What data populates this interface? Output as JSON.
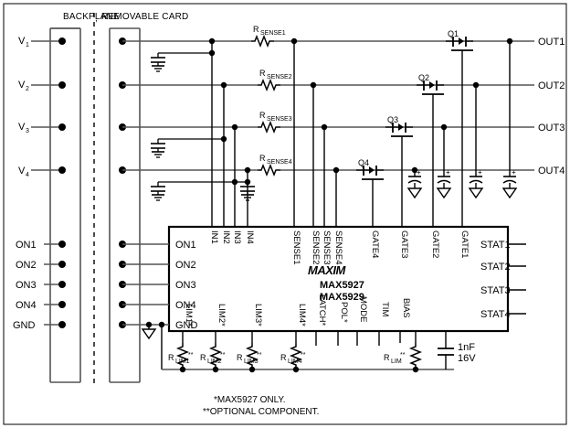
{
  "figure": {
    "type": "schematic",
    "title": "",
    "part_numbers": [
      "MAX5927",
      "MAX5929"
    ],
    "brand": "MAXIM"
  },
  "headers": {
    "backplane": "BACKPLANE",
    "comma": ",",
    "removable_card": "REMOVABLE CARD"
  },
  "backplane_pins": [
    {
      "label": "V",
      "sub": "1"
    },
    {
      "label": "V",
      "sub": "2"
    },
    {
      "label": "V",
      "sub": "3"
    },
    {
      "label": "V",
      "sub": "4"
    },
    {
      "label": "ON1",
      "sub": ""
    },
    {
      "label": "ON2",
      "sub": ""
    },
    {
      "label": "ON3",
      "sub": ""
    },
    {
      "label": "ON4",
      "sub": ""
    },
    {
      "label": "GND",
      "sub": ""
    }
  ],
  "sense_resistors": [
    {
      "label": "R",
      "sub": "SENSE1"
    },
    {
      "label": "R",
      "sub": "SENSE2"
    },
    {
      "label": "R",
      "sub": "SENSE3"
    },
    {
      "label": "R",
      "sub": "SENSE4"
    }
  ],
  "transistors": [
    "Q1",
    "Q2",
    "Q3",
    "Q4"
  ],
  "outputs": [
    "OUT1",
    "OUT2",
    "OUT3",
    "OUT4"
  ],
  "ic": {
    "brand": "MAXIM",
    "line1": "MAX5927",
    "line2": "MAX5929",
    "pins_top": [
      "IN1",
      "IN2",
      "IN3",
      "IN4",
      "SENSE1",
      "SENSE2",
      "SENSE3",
      "SENSE4",
      "GATE4",
      "GATE3",
      "GATE2",
      "GATE1"
    ],
    "pins_left": [
      "ON1",
      "ON2",
      "ON3",
      "ON4",
      "GND"
    ],
    "pins_right": [
      "STAT1",
      "STAT2",
      "STAT3",
      "STAT4"
    ],
    "pins_bottom": [
      "LIM1*",
      "LIM2*",
      "LIM3*",
      "LIM4*",
      "LATCH*",
      "POL*",
      "MODE",
      "TIM",
      "BIAS"
    ]
  },
  "lim_resistors": [
    {
      "label": "R",
      "sub": "LIM1",
      "stars": "**"
    },
    {
      "label": "R",
      "sub": "LIM2",
      "stars": "**"
    },
    {
      "label": "R",
      "sub": "LIM3",
      "stars": "**"
    },
    {
      "label": "R",
      "sub": "LIM4",
      "stars": "**"
    },
    {
      "label": "R",
      "sub": "LIM",
      "stars": "**"
    }
  ],
  "bias_cap": {
    "value": "1nF",
    "rating": "16V"
  },
  "footnotes": [
    "*MAX5927 ONLY.",
    "**OPTIONAL COMPONENT."
  ],
  "colors": {
    "line": "#000000",
    "background": "#ffffff",
    "border": "#000000"
  }
}
